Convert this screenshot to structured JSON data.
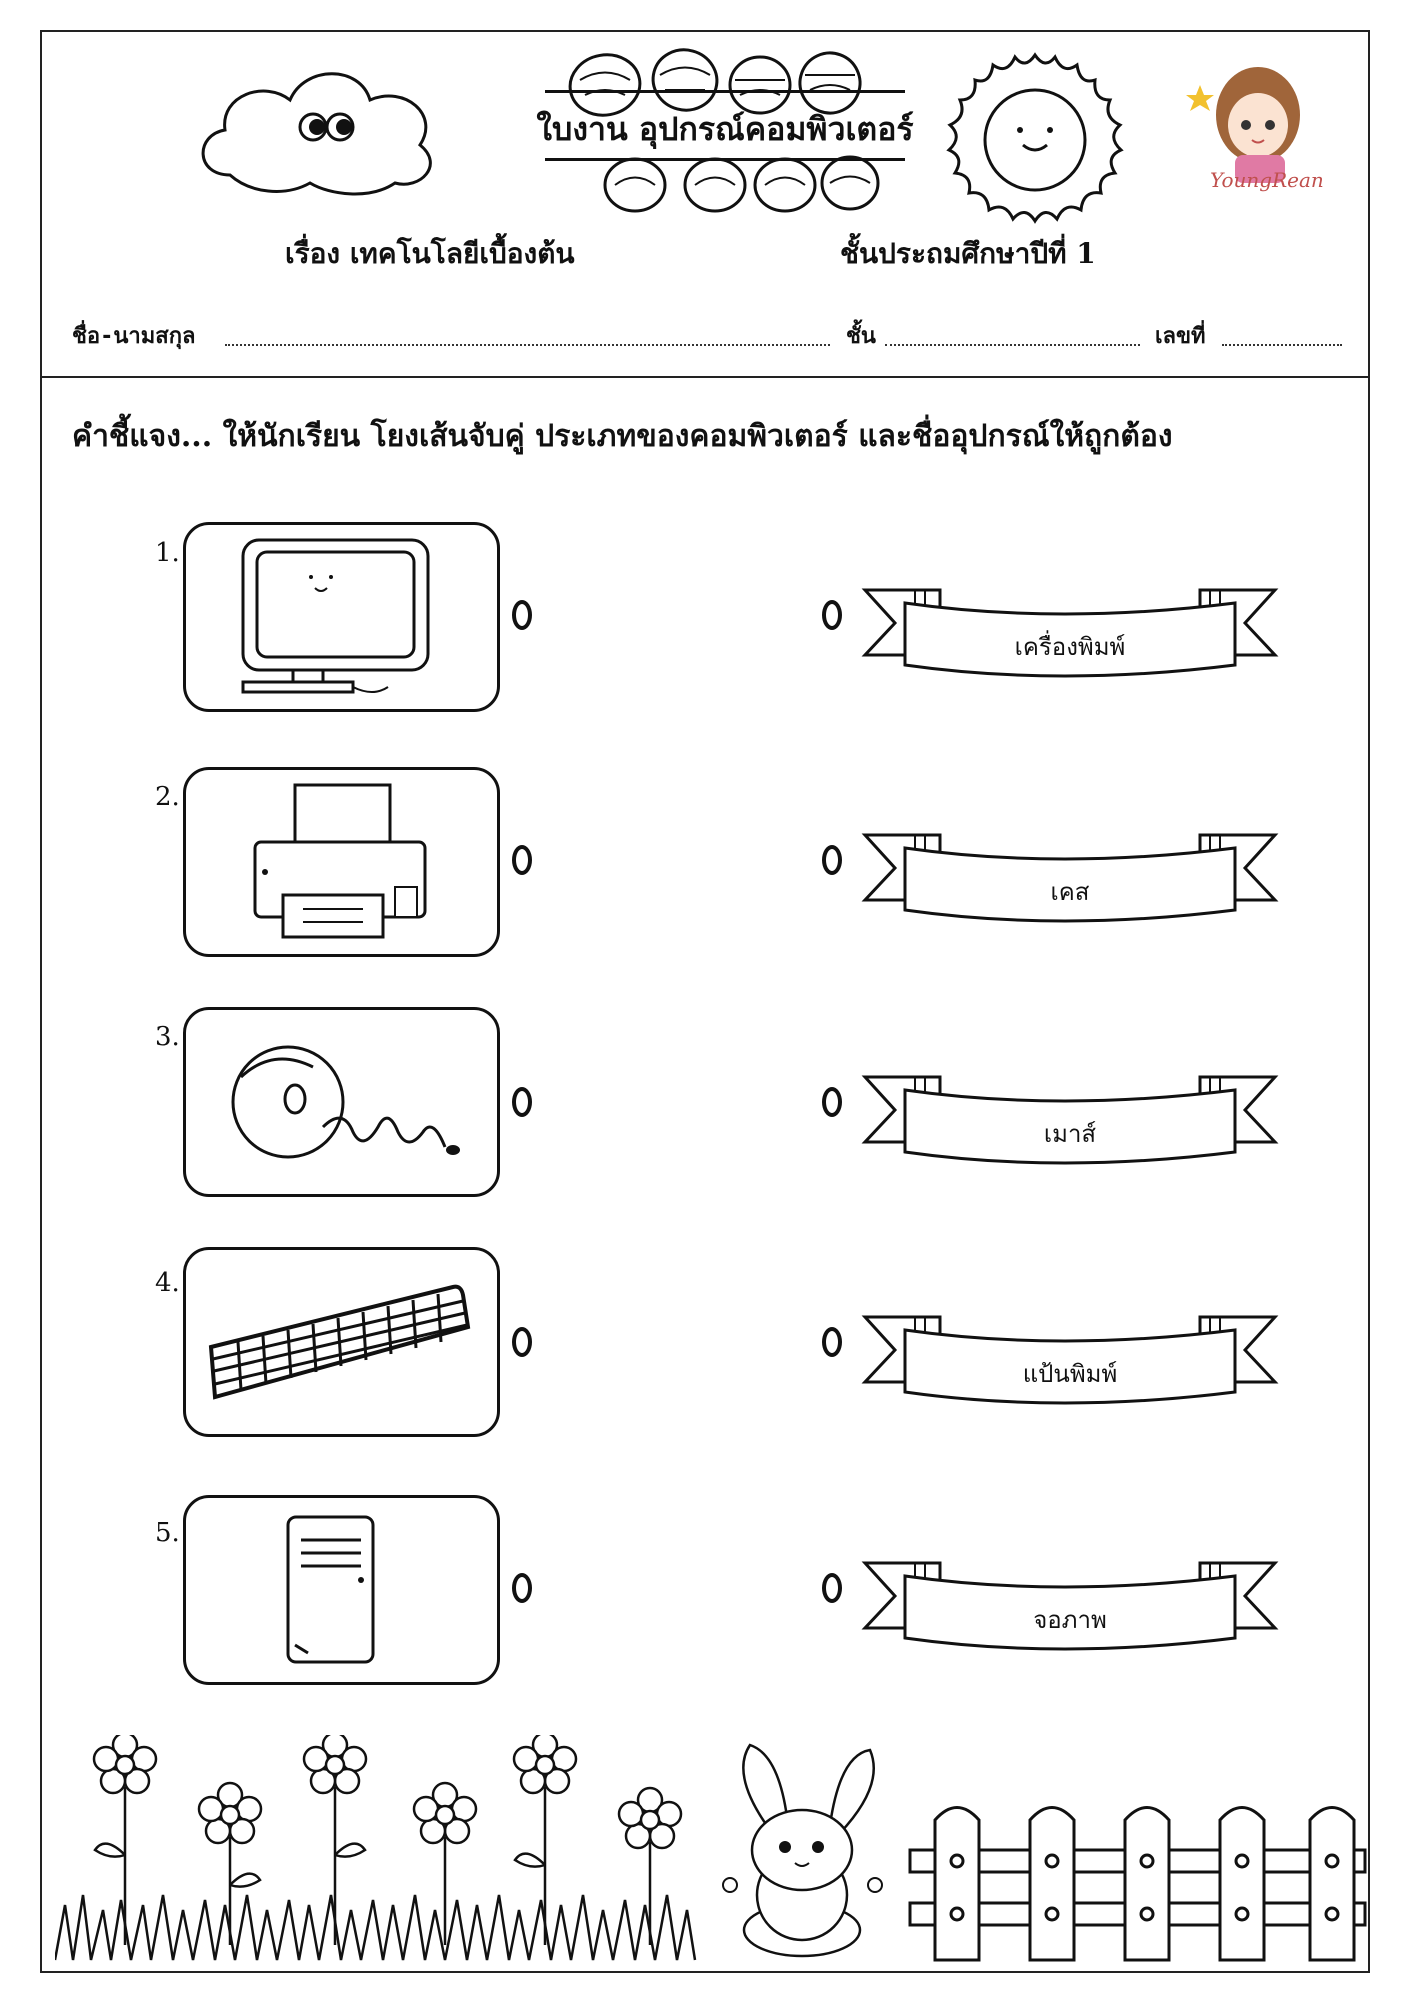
{
  "header": {
    "title": "ใบงาน อุปกรณ์คอมพิวเตอร์",
    "subject": "เรื่อง เทคโนโลยีเบื้องต้น",
    "grade": "ชั้นประถมศึกษาปีที่ 1",
    "name_label": "ชื่อ-นามสกุล",
    "class_label": "ชั้น",
    "number_label": "เลขที่",
    "logo_text": "YoungRean"
  },
  "instruction": "คำชี้แจง... ให้นักเรียน โยงเส้นจับคู่ ประเภทของคอมพิวเตอร์ และชื่ออุปกรณ์ให้ถูกต้อง",
  "items": [
    {
      "number": "1.",
      "picture": "monitor-icon",
      "answer": "เครื่องพิมพ์"
    },
    {
      "number": "2.",
      "picture": "printer-icon",
      "answer": "เคส"
    },
    {
      "number": "3.",
      "picture": "mouse-icon",
      "answer": "เมาส์"
    },
    {
      "number": "4.",
      "picture": "keyboard-icon",
      "answer": "แป้นพิมพ์"
    },
    {
      "number": "5.",
      "picture": "computer-case-icon",
      "answer": "จอภาพ"
    }
  ]
}
